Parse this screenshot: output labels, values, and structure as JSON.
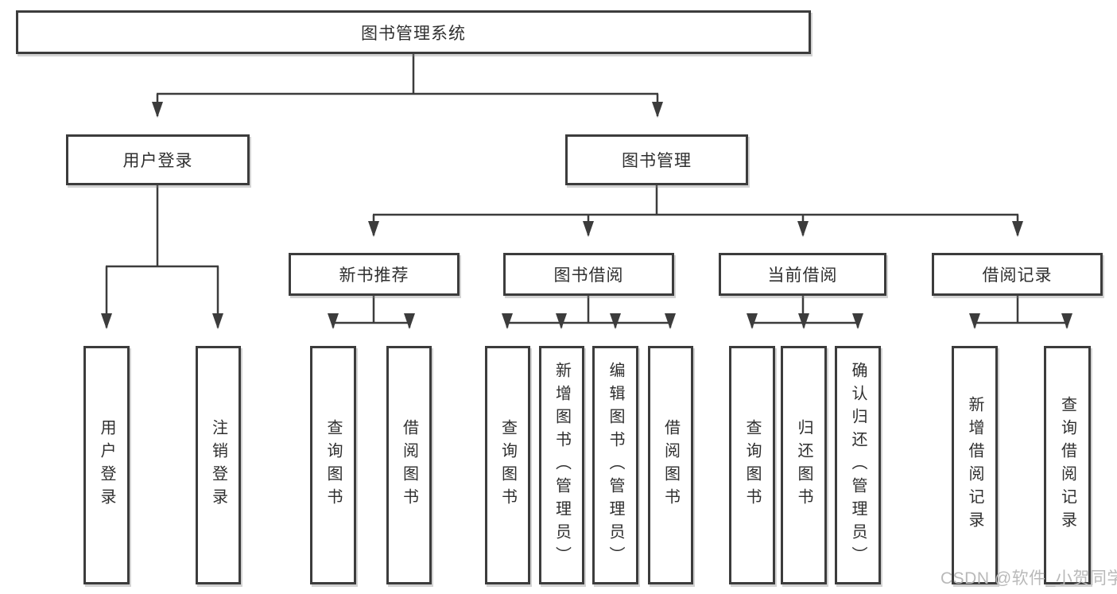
{
  "nodes": {
    "root": "图书管理系统",
    "level2": [
      "用户登录",
      "图书管理"
    ],
    "level3": [
      "新书推荐",
      "图书借阅",
      "当前借阅",
      "借阅记录"
    ]
  },
  "leaves": {
    "user_login": [
      "用户登录",
      "注销登录"
    ],
    "new_book_recommend": [
      "查询图书",
      "借阅图书"
    ],
    "book_borrow": [
      "查询图书",
      "新增图书（管理员）",
      "编辑图书（管理员）",
      "借阅图书"
    ],
    "current_borrow": [
      "查询图书",
      "归还图书",
      "确认归还（管理员）"
    ],
    "borrow_record": [
      "新增借阅记录",
      "查询借阅记录"
    ]
  },
  "watermark": "CSDN @软件_小贺同学",
  "colors": {
    "line": "#3c3c3c",
    "text": "#2f2f2f",
    "watermark": "#b9b9b9",
    "background": "#ffffff"
  }
}
